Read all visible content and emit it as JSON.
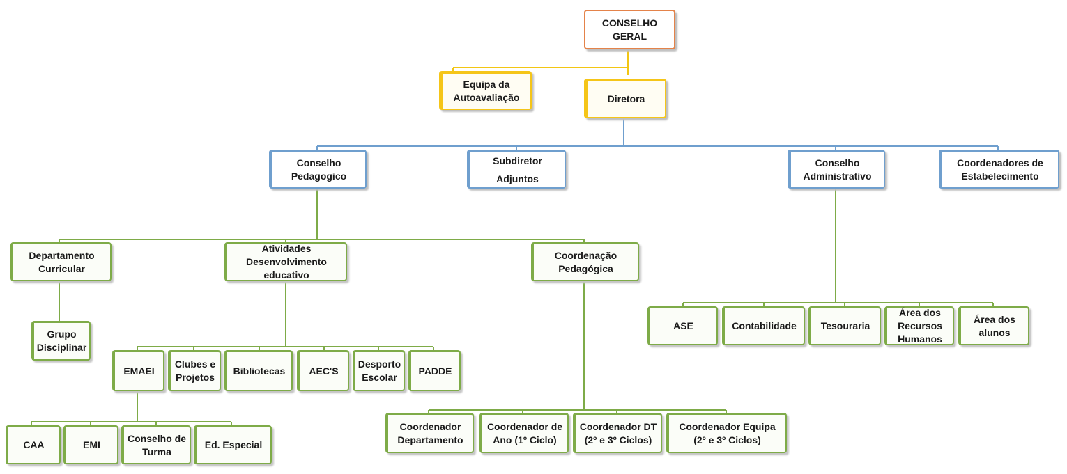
{
  "nodes": {
    "conselho_geral": [
      "CONSELHO",
      "GERAL"
    ],
    "equipa_autoavaliacao": [
      "Equipa da",
      "Autoavaliação"
    ],
    "diretora": [
      "Diretora"
    ],
    "conselho_pedagogico": [
      "Conselho",
      "Pedagogico"
    ],
    "subdiretor": [
      "Subdiretor",
      "Adjuntos"
    ],
    "conselho_administrativo": [
      "Conselho",
      "Administrativo"
    ],
    "coordenadores_estabelecimento": [
      "Coordenadores de",
      "Estabelecimento"
    ],
    "departamento_curricular": [
      "Departamento",
      "Curricular"
    ],
    "atividades": [
      "Atividades",
      "Desenvolvimento",
      "educativo"
    ],
    "coordenacao_pedagogica": [
      "Coordenação",
      "Pedagógica"
    ],
    "grupo_disciplinar": [
      "Grupo",
      "Disciplinar"
    ],
    "emaei": [
      "EMAEI"
    ],
    "clubes_projetos": [
      "Clubes e",
      "Projetos"
    ],
    "bibliotecas": [
      "Bibliotecas"
    ],
    "aecs": [
      "AEC'S"
    ],
    "desporto_escolar": [
      "Desporto",
      "Escolar"
    ],
    "padde": [
      "PADDE"
    ],
    "caa": [
      "CAA"
    ],
    "emi": [
      "EMI"
    ],
    "conselho_turma": [
      "Conselho de",
      "Turma"
    ],
    "ed_especial": [
      "Ed. Especial"
    ],
    "coord_departamento": [
      "Coordenador",
      "Departamento"
    ],
    "coord_ano": [
      "Coordenador de",
      "Ano (1º Ciclo)"
    ],
    "coord_dt": [
      "Coordenador DT",
      "(2º e 3º Ciclos)"
    ],
    "coord_equipa": [
      "Coordenador Equipa",
      "(2º e 3º Ciclos)"
    ],
    "ase": [
      "ASE"
    ],
    "contabilidade": [
      "Contabilidade"
    ],
    "tesouraria": [
      "Tesouraria"
    ],
    "recursos_humanos": [
      "Área dos",
      "Recursos",
      "Humanos"
    ],
    "area_alunos": [
      "Área dos",
      "alunos"
    ]
  },
  "colors": {
    "orange": "#e4834a",
    "yellow": "#f5c518",
    "blue": "#6f9fce",
    "green": "#7eab48"
  }
}
